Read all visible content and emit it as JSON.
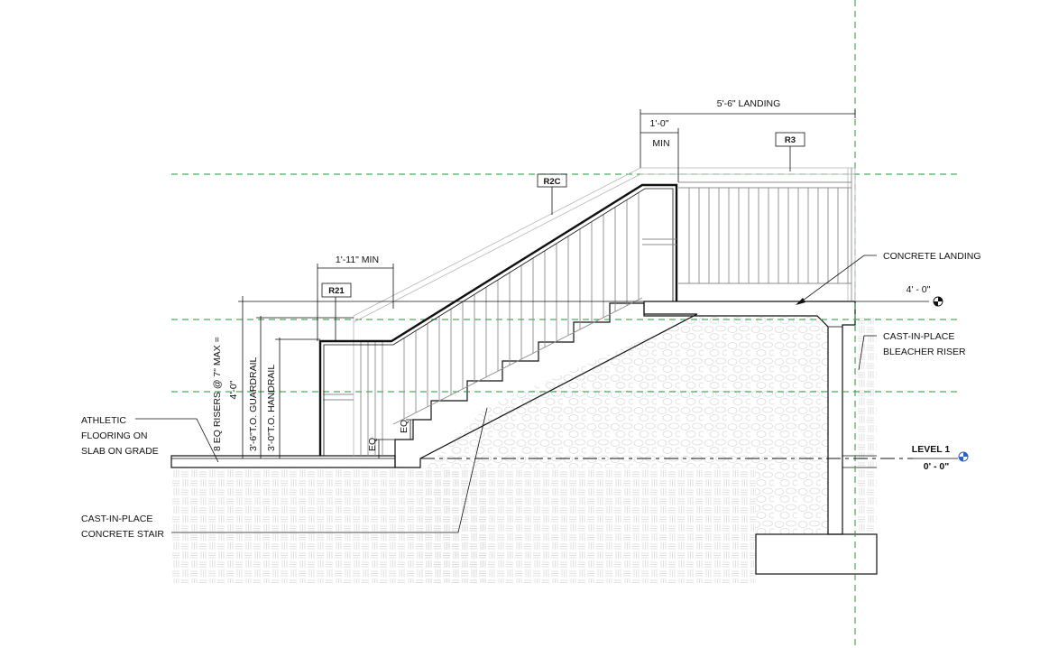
{
  "labels": {
    "landing_dim": "5'-6\" LANDING",
    "one_foot_dim": "1'-0\"",
    "min_label": "MIN",
    "tag_r3": "R3",
    "tag_r2c": "R2C",
    "tag_r21": "R21",
    "handrail_ext_dim": "1'-11\" MIN",
    "concrete_landing": "CONCRETE LANDING",
    "elev_4ft": "4' - 0\"",
    "bleacher_riser_1": "CAST-IN-PLACE",
    "bleacher_riser_2": "BLEACHER RISER",
    "risers_note_1": "8 EQ RISERS @ 7\" MAX =",
    "risers_note_2": "4'-0\"",
    "guardrail_note": "3'-6\"T.O. GUARDRAIL",
    "handrail_note": "3'-0\"T.O. HANDRAIL",
    "eq_1": "EQ",
    "eq_2": "EQ",
    "athletic_1": "ATHLETIC",
    "athletic_2": "FLOORING ON",
    "athletic_3": "SLAB ON GRADE",
    "concrete_stair_1": "CAST-IN-PLACE",
    "concrete_stair_2": "CONCRETE STAIR",
    "level_name": "LEVEL 1",
    "level_elev": "0' - 0\""
  },
  "colors": {
    "guide_lines": "#1e9a34",
    "level_marker": "#2a62c9",
    "ink": "#111111"
  }
}
